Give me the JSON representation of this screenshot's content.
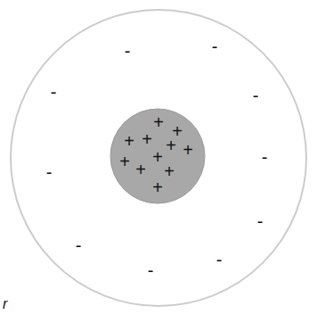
{
  "diagram": {
    "nodes": [
      {
        "text": [
          "-",
          "-",
          "-",
          "-",
          "-",
          "-",
          "-",
          "-",
          "-",
          "-"
        ]
      },
      {
        "text": [
          "+",
          "+",
          "+",
          "+",
          "+",
          "+",
          "+",
          "+",
          "+",
          "+",
          "+"
        ],
        "in": 0
      }
    ],
    "labels": [
      "r"
    ]
  }
}
